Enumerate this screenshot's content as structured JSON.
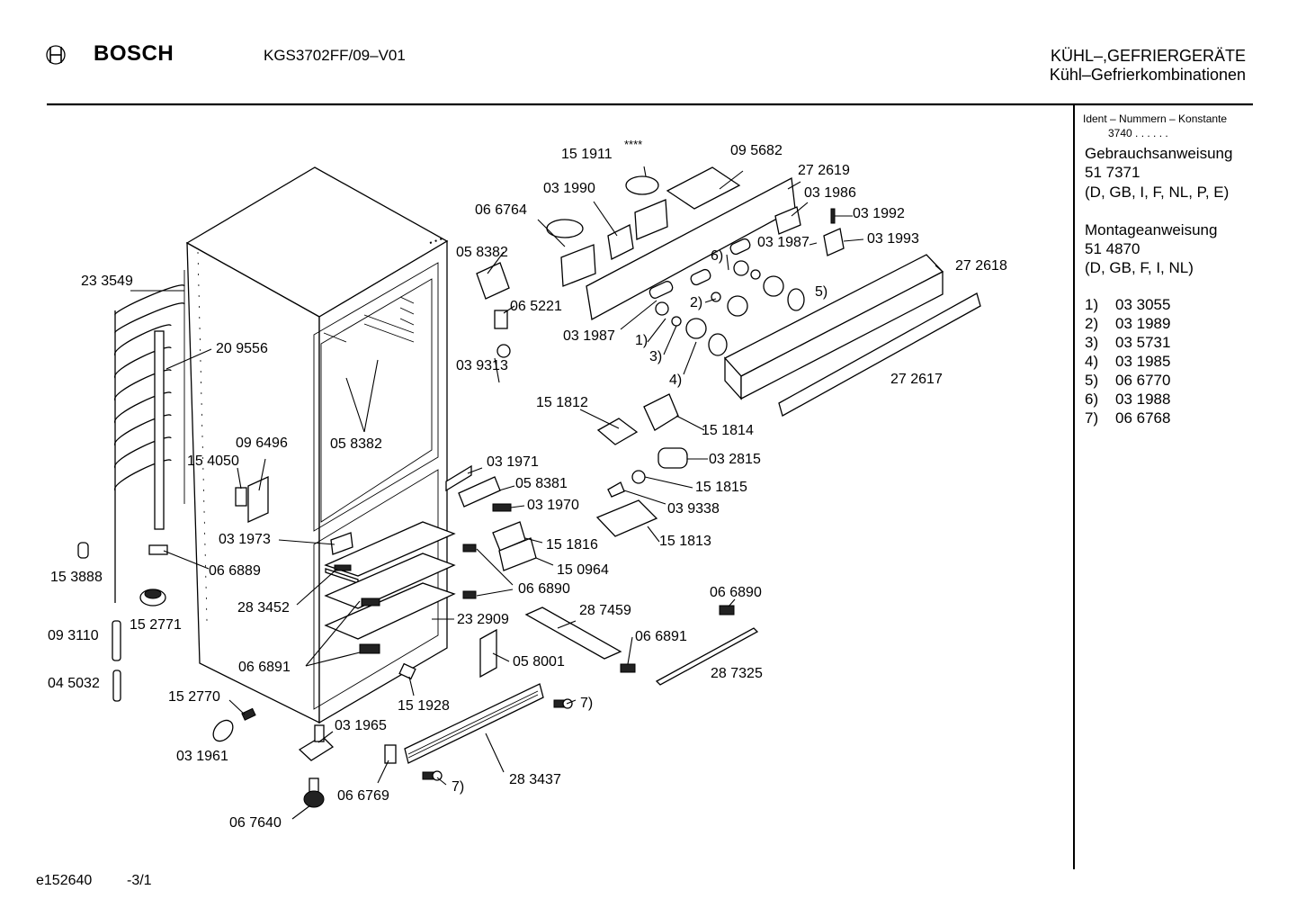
{
  "header": {
    "brand": "BOSCH",
    "model": "KGS3702FF/09–V01",
    "category_line1": "KÜHL–,GEFRIERGERÄTE",
    "category_line2": "Kühl–Gefrierkombinationen"
  },
  "sidebar": {
    "ident_label": "Ident – Nummern – Konstante",
    "ident_value": "3740 .  .   .  .  .  .",
    "gebrauch_title": "Gebrauchsanweisung",
    "gebrauch_number": "51 7371",
    "gebrauch_langs": "(D, GB, I, F, NL, P, E)",
    "montage_title": "Montageanweisung",
    "montage_number": "51 4870",
    "montage_langs": "(D, GB, F, I, NL)",
    "footnotes": [
      {
        "key": "1)",
        "value": "03 3055"
      },
      {
        "key": "2)",
        "value": "03 1989"
      },
      {
        "key": "3)",
        "value": "03 5731"
      },
      {
        "key": "4)",
        "value": "03 1985"
      },
      {
        "key": "5)",
        "value": "06 6770"
      },
      {
        "key": "6)",
        "value": "03 1988"
      },
      {
        "key": "7)",
        "value": "06 6768"
      }
    ]
  },
  "parts": [
    {
      "id": "p1",
      "text": "15 1911"
    },
    {
      "id": "p2",
      "text": "****"
    },
    {
      "id": "p3",
      "text": "09 5682"
    },
    {
      "id": "p4",
      "text": "03 1990"
    },
    {
      "id": "p5",
      "text": "27 2619"
    },
    {
      "id": "p6",
      "text": "03 1986"
    },
    {
      "id": "p7",
      "text": "06 6764"
    },
    {
      "id": "p8",
      "text": "03 1992"
    },
    {
      "id": "p9",
      "text": "03 1987"
    },
    {
      "id": "p10",
      "text": "03 1993"
    },
    {
      "id": "p11",
      "text": "05 8382"
    },
    {
      "id": "p12",
      "text": "6)"
    },
    {
      "id": "p13",
      "text": "27 2618"
    },
    {
      "id": "p14",
      "text": "23 3549"
    },
    {
      "id": "p15",
      "text": "06 5221"
    },
    {
      "id": "p16",
      "text": "5)"
    },
    {
      "id": "p17",
      "text": "2)"
    },
    {
      "id": "p18",
      "text": "03 1987"
    },
    {
      "id": "p19",
      "text": "1)"
    },
    {
      "id": "p20",
      "text": "20 9556"
    },
    {
      "id": "p21",
      "text": "3)"
    },
    {
      "id": "p22",
      "text": "03 9313"
    },
    {
      "id": "p23",
      "text": "4)"
    },
    {
      "id": "p24",
      "text": "27 2617"
    },
    {
      "id": "p25",
      "text": "15 1812"
    },
    {
      "id": "p26",
      "text": "15 1814"
    },
    {
      "id": "p27",
      "text": "05 8382"
    },
    {
      "id": "p28",
      "text": "09 6496"
    },
    {
      "id": "p29",
      "text": "15 4050"
    },
    {
      "id": "p30",
      "text": "03 1971"
    },
    {
      "id": "p31",
      "text": "03 2815"
    },
    {
      "id": "p32",
      "text": "05 8381"
    },
    {
      "id": "p33",
      "text": "15 1815"
    },
    {
      "id": "p34",
      "text": "03 1970"
    },
    {
      "id": "p35",
      "text": "03 9338"
    },
    {
      "id": "p36",
      "text": "03 1973"
    },
    {
      "id": "p37",
      "text": "15 1816"
    },
    {
      "id": "p38",
      "text": "15 1813"
    },
    {
      "id": "p39",
      "text": "06 6889"
    },
    {
      "id": "p40",
      "text": "15 0964"
    },
    {
      "id": "p41",
      "text": "15 3888"
    },
    {
      "id": "p42",
      "text": "06 6890"
    },
    {
      "id": "p43",
      "text": "06 6890"
    },
    {
      "id": "p44",
      "text": "28 3452"
    },
    {
      "id": "p45",
      "text": "15 2771"
    },
    {
      "id": "p46",
      "text": "28 7459"
    },
    {
      "id": "p47",
      "text": "23 2909"
    },
    {
      "id": "p48",
      "text": "09 3110"
    },
    {
      "id": "p49",
      "text": "06 6891"
    },
    {
      "id": "p50",
      "text": "05 8001"
    },
    {
      "id": "p51",
      "text": "06 6891"
    },
    {
      "id": "p52",
      "text": "28 7325"
    },
    {
      "id": "p53",
      "text": "04 5032"
    },
    {
      "id": "p54",
      "text": "15 2770"
    },
    {
      "id": "p55",
      "text": "15 1928"
    },
    {
      "id": "p56",
      "text": "7)"
    },
    {
      "id": "p57",
      "text": "03 1965"
    },
    {
      "id": "p58",
      "text": "03 1961"
    },
    {
      "id": "p59",
      "text": "28 3437"
    },
    {
      "id": "p60",
      "text": "7)"
    },
    {
      "id": "p61",
      "text": "06 6769"
    },
    {
      "id": "p62",
      "text": "06 7640"
    }
  ],
  "footer": {
    "doc_id": "e152640",
    "page": "-3/1"
  }
}
